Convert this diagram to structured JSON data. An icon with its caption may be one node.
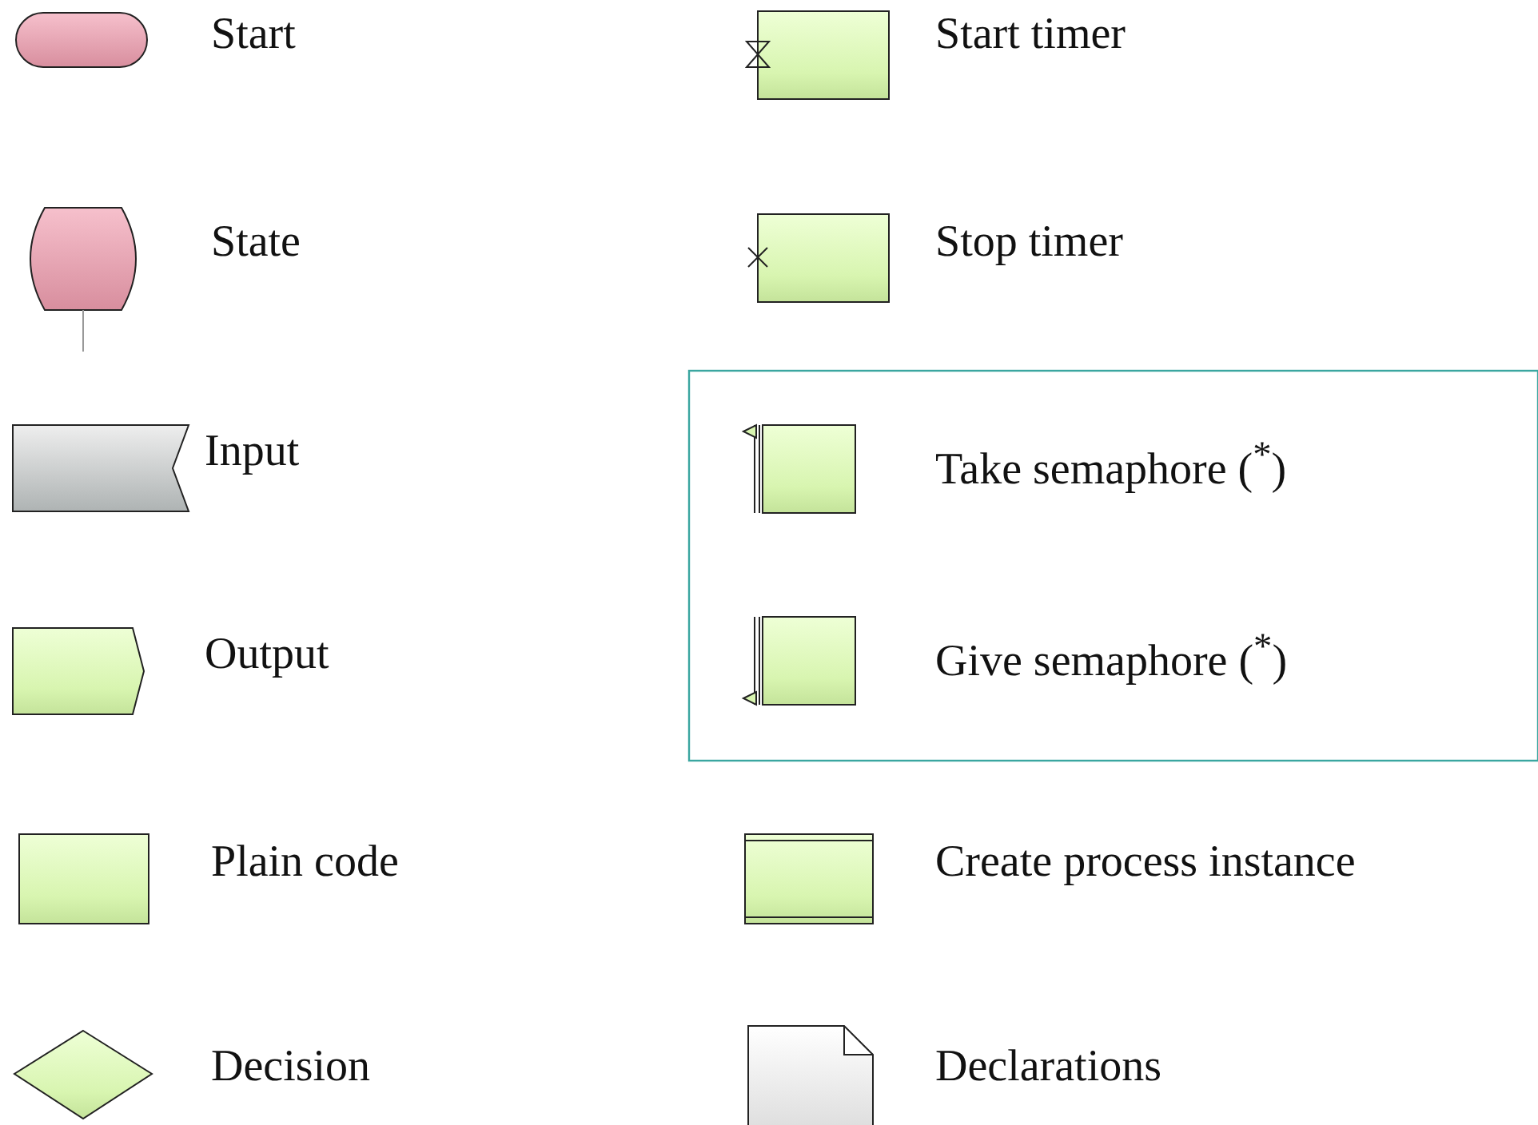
{
  "diagram": {
    "legend": [
      {
        "text": "Start"
      },
      {
        "text": "Start timer"
      },
      {
        "text": "State"
      },
      {
        "text": "Stop timer"
      },
      {
        "text": "Input"
      },
      {
        "text": "Take semaphore ($^{*}$)"
      },
      {
        "text": "Output"
      },
      {
        "text": "Give semaphore ($^{*}$)"
      },
      {
        "text": "Plain code"
      },
      {
        "text": "Create process instance"
      },
      {
        "text": "Decision"
      },
      {
        "text": "Declarations"
      }
    ]
  }
}
